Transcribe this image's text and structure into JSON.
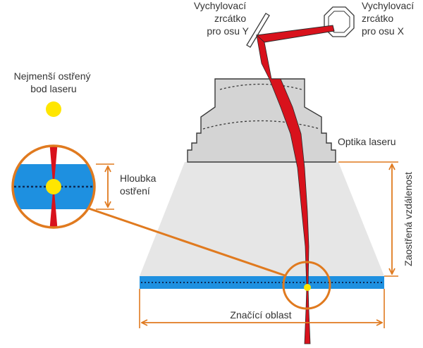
{
  "labels": {
    "mirror_y": [
      "Vychylovací",
      "zrcátko",
      "pro osu Y"
    ],
    "mirror_x": [
      "Vychylovací",
      "zrcátko",
      "pro osu X"
    ],
    "smallest_spot": [
      "Nejmenší ostřený",
      "bod laseru"
    ],
    "depth_of_focus": [
      "Hloubka",
      "ostření"
    ],
    "optics": "Optika laseru",
    "focal_distance": "Zaostřená vzdálenost",
    "marking_area": "Značící oblast"
  },
  "colors": {
    "laser_beam": "#d8121c",
    "focus_point": "#ffe600",
    "focus_band": "#1e90e0",
    "dimension_lines": "#e07a1f",
    "lens_body": "#d4d4d4",
    "projection_cone": "#e6e6e6",
    "text": "#333333"
  },
  "icons": {
    "mirror_y": "flat-mirror-shape",
    "mirror_x": "octagon-mirror-shape",
    "magnifier": "circle-magnifier-shape"
  }
}
